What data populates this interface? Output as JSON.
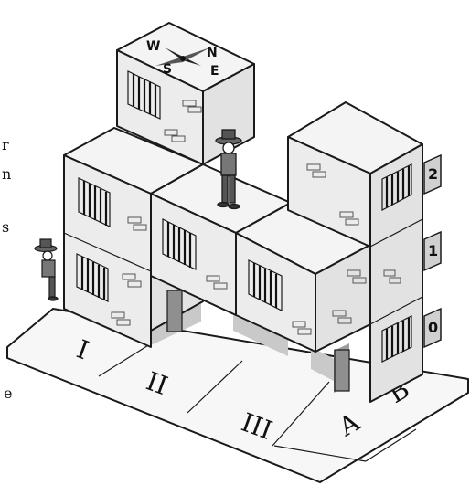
{
  "compass": {
    "north": "N",
    "south": "S",
    "east": "E",
    "west": "W"
  },
  "floors": [
    "0",
    "1",
    "2"
  ],
  "columns": [
    "I",
    "II",
    "III"
  ],
  "rows": [
    "A",
    "B"
  ],
  "edge_text": {
    "r": "r",
    "n": "n",
    "s": "s",
    "e": "e"
  },
  "colors": {
    "line": "#1a1a1a",
    "paper": "#ffffff"
  }
}
